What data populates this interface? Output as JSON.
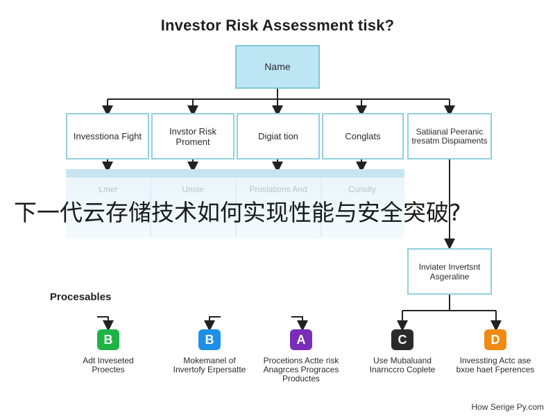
{
  "title": "Investor Risk Assessment tisk?",
  "root_node": "Name",
  "level1_nodes": [
    "Invesstiona Fight",
    "Invstor Risk Proment",
    "Digiat tion",
    "Conglats",
    "Satiianal Peeranic tresatm Dispiaments"
  ],
  "faded_nodes": [
    "Lmer",
    "Unste",
    "Proslations And",
    "Cunsity"
  ],
  "side_node": "Inviater Invertsnt Asgeraline",
  "overlay_text": "下一代云存储技术如何实现性能与安全突破?",
  "section_label": "Procesables",
  "processes": [
    {
      "letter": "B",
      "color": "#1fb347",
      "caption": "Adt Inveseted Proectes"
    },
    {
      "letter": "B",
      "color": "#1e8fe6",
      "caption": "Mokemanel of Invertofy Erpersatte"
    },
    {
      "letter": "A",
      "color": "#7a2db8",
      "caption": "Procetions Actte risk Anagrces Prograces Productes"
    },
    {
      "letter": "C",
      "color": "#2b2b2b",
      "caption": "Use Mubaluand Inarnccro Coplete"
    },
    {
      "letter": "D",
      "color": "#f08a12",
      "caption": "Invessting Actc ase bxoe haet Fperences"
    }
  ],
  "footer": "How Serige Py.com"
}
